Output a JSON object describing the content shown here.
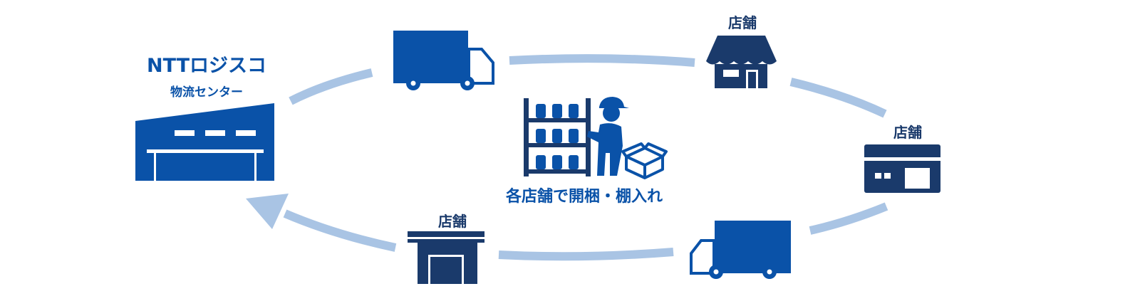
{
  "center": {
    "name": "NTTロジスコ",
    "subtitle": "物流センター"
  },
  "stores": [
    {
      "label": "店舗",
      "icon": "awning-shop-icon"
    },
    {
      "label": "店舗",
      "icon": "storefront-icon"
    },
    {
      "label": "店舗",
      "icon": "warehouse-shutter-icon"
    }
  ],
  "process_label": "各店舗で開梱・棚入れ",
  "colors": {
    "primary_blue": "#0a52a8",
    "navy": "#1a3a6b",
    "cycle_arrow": "#a9c4e4"
  }
}
